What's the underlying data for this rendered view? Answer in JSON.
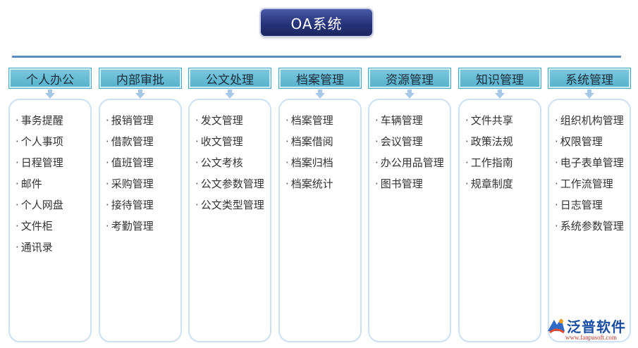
{
  "title": "OA系统",
  "columns": [
    {
      "header": "个人办公",
      "items": [
        "事务提醒",
        "个人事项",
        "日程管理",
        "邮件",
        "个人网盘",
        "文件柜",
        "通讯录"
      ]
    },
    {
      "header": "内部审批",
      "items": [
        "报销管理",
        "借款管理",
        "值班管理",
        "采购管理",
        "接待管理",
        "考勤管理"
      ]
    },
    {
      "header": "公文处理",
      "items": [
        "发文管理",
        "收文管理",
        "公文考核",
        "公文参数管理",
        "公文类型管理"
      ]
    },
    {
      "header": "档案管理",
      "items": [
        "档案管理",
        "档案借阅",
        "档案归档",
        "档案统计"
      ]
    },
    {
      "header": "资源管理",
      "items": [
        "车辆管理",
        "会议管理",
        "办公用品管理",
        "图书管理"
      ]
    },
    {
      "header": "知识管理",
      "items": [
        "文件共享",
        "政策法规",
        "工作指南",
        "规章制度"
      ]
    },
    {
      "header": "系统管理",
      "items": [
        "组织机构管理",
        "权限管理",
        "电子表单管理",
        "工作流管理",
        "日志管理",
        "系统参数管理"
      ]
    }
  ],
  "logo": {
    "name": "泛普软件",
    "url": "www.fanpusoft.com",
    "icon": "fanpu-logo-icon"
  },
  "colors": {
    "title_bg": "#26337a",
    "header_bg": "#6bbfd8",
    "panel_border": "#cde1f2",
    "divider": "#5b8fc4",
    "arrow": "#a8c8e8"
  }
}
